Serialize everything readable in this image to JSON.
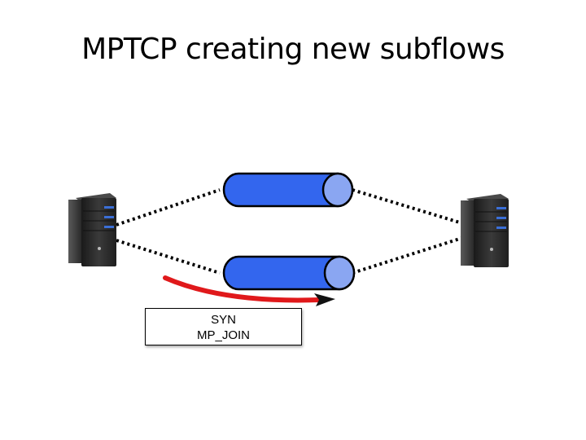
{
  "title": "MPTCP creating new subflows",
  "message_box": {
    "lines": [
      "SYN",
      "MP_JOIN"
    ]
  },
  "colors": {
    "pipe_body": "#3366ee",
    "pipe_end": "#8aa6f2",
    "pipe_outline": "#000000",
    "arrow": "#e0191b",
    "dotted_link": "#000000",
    "server_body": "#2a2a2a"
  },
  "icons": {
    "left_server": "server-icon",
    "right_server": "server-icon",
    "arrowhead": "arrowhead-icon"
  },
  "subflows": [
    "subflow-top",
    "subflow-bottom"
  ]
}
